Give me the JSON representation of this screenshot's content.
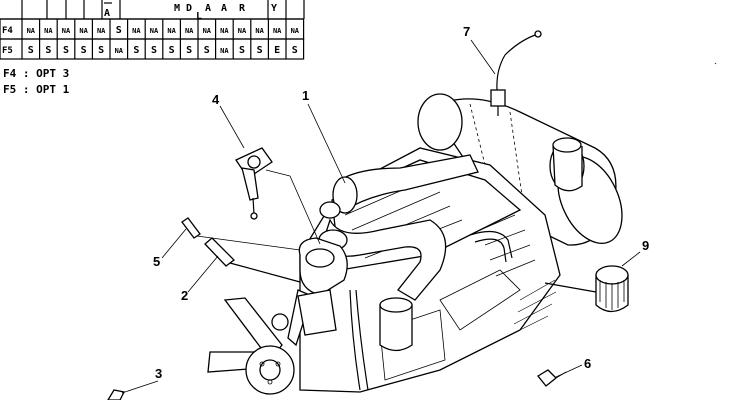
{
  "table": {
    "header_chars": [
      "A",
      "M",
      "D",
      "A",
      "L",
      "A",
      "R",
      "Y"
    ],
    "rows": [
      {
        "label": "F4",
        "cells": [
          "NA",
          "NA",
          "NA",
          "NA",
          "NA",
          "S",
          "NA",
          "NA",
          "NA",
          "NA",
          "NA",
          "NA",
          "NA",
          "NA",
          "NA",
          "NA"
        ]
      },
      {
        "label": "F5",
        "cells": [
          "S",
          "S",
          "S",
          "S",
          "S",
          "NA",
          "S",
          "S",
          "S",
          "S",
          "S",
          "NA",
          "S",
          "S",
          "E",
          "S"
        ]
      }
    ]
  },
  "options": [
    {
      "text": "F4 : OPT 3"
    },
    {
      "text": "F5 : OPT 1"
    }
  ],
  "callouts": [
    "1",
    "2",
    "3",
    "4",
    "5",
    "6",
    "7",
    "9"
  ]
}
